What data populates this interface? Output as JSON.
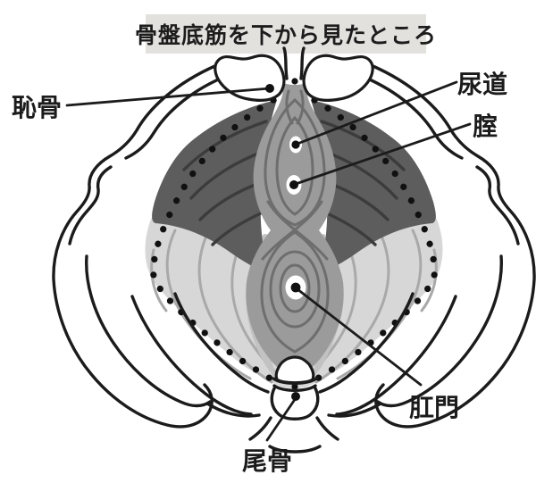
{
  "title": "骨盤底筋を下から見たところ",
  "labels": {
    "pubic_bone": "恥骨",
    "urethra": "尿道",
    "vagina": "腟",
    "anus": "肛門",
    "coccyx": "尾骨"
  },
  "colors": {
    "background": "#ffffff",
    "title_bg": "#e3e1de",
    "outline": "#1b1b1b",
    "deep_muscle": "#5d5d5d",
    "superficial_muscle": "#d7d7d7",
    "muscle_shadow": "#c2c2c2",
    "central_band": "#9b9b9b",
    "central_lens": "#a7a7a7"
  }
}
